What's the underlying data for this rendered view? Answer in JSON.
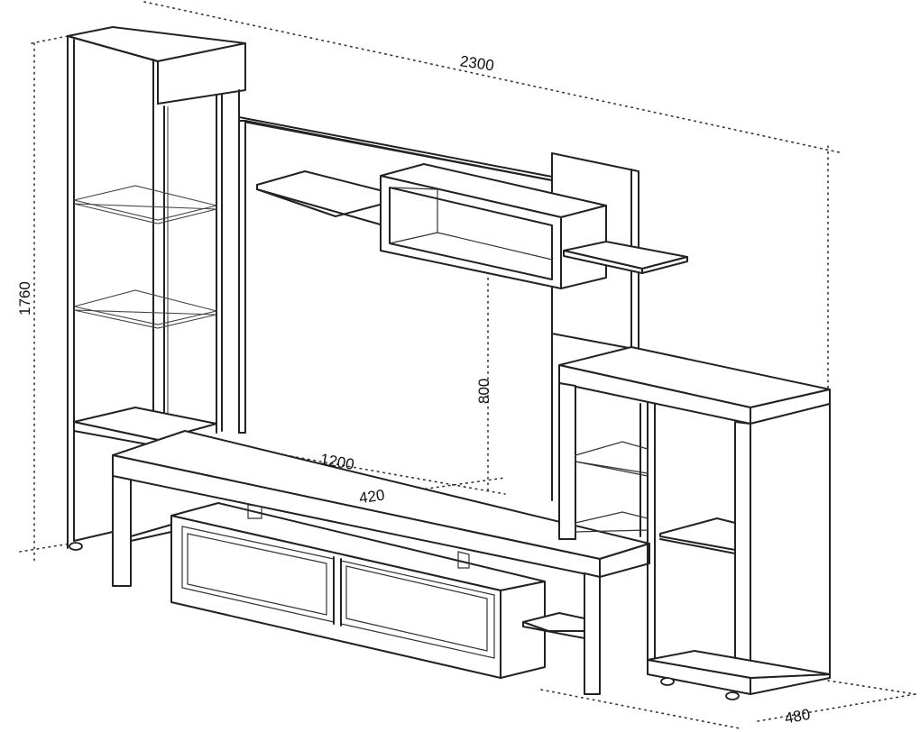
{
  "dimensions": {
    "total_width": "2300",
    "total_height": "1760",
    "shelf_height": "800",
    "tv_stand_width": "1200",
    "tv_stand_depth": "420",
    "cabinet_depth": "480"
  }
}
